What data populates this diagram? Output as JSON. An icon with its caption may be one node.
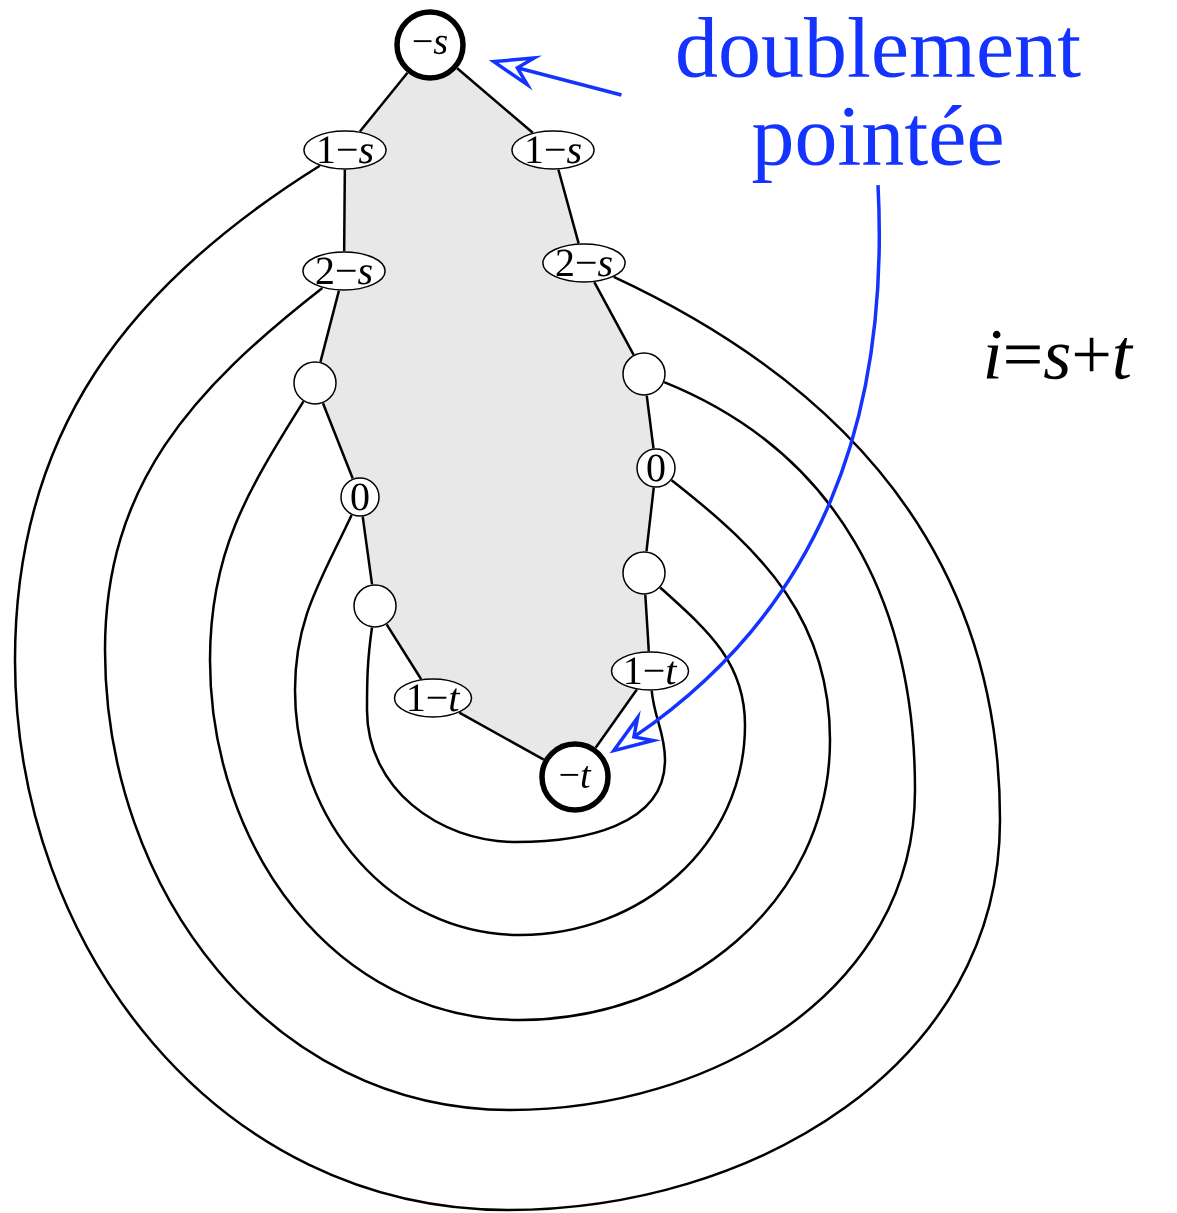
{
  "diagram": {
    "nodes": [
      {
        "text": [
          "−*s*"
        ]
      },
      {
        "text": [
          "1−*s*"
        ]
      },
      {
        "text": [
          "1−*s*"
        ]
      },
      {
        "text": [
          "2−*s*"
        ]
      },
      {
        "text": [
          "2−*s*"
        ]
      },
      {
        "text": [],
        "shape": "circle"
      },
      {
        "text": [],
        "shape": "circle"
      },
      {
        "text": [
          "0"
        ]
      },
      {
        "text": [
          "0"
        ]
      },
      {
        "text": [],
        "shape": "circle"
      },
      {
        "text": [],
        "shape": "circle"
      },
      {
        "text": [
          "1−*t*"
        ]
      },
      {
        "text": [
          "1−*t*"
        ]
      },
      {
        "text": [
          "−*t*"
        ]
      },
      {
        "text": [
          "doublement pointée"
        ]
      }
    ],
    "edges": [
      {
        "from": 0,
        "to": 1,
        "arrow": "none"
      },
      {
        "from": 1,
        "to": 4,
        "arrow": "none"
      },
      {
        "from": 4,
        "to": 6,
        "arrow": "none"
      },
      {
        "from": 6,
        "to": 8,
        "arrow": "none"
      },
      {
        "from": 8,
        "to": 10,
        "arrow": "none"
      },
      {
        "from": 10,
        "to": 12,
        "arrow": "none"
      },
      {
        "from": 12,
        "to": 13,
        "arrow": "none"
      },
      {
        "from": 0,
        "to": 2,
        "arrow": "none"
      },
      {
        "from": 2,
        "to": 3,
        "arrow": "none"
      },
      {
        "from": 3,
        "to": 5,
        "arrow": "none"
      },
      {
        "from": 5,
        "to": 7,
        "arrow": "none"
      },
      {
        "from": 7,
        "to": 9,
        "arrow": "none"
      },
      {
        "from": 9,
        "to": 11,
        "arrow": "none"
      },
      {
        "from": 11,
        "to": 13,
        "arrow": "none"
      },
      {
        "from": 1,
        "to": 3,
        "arrow": "none"
      },
      {
        "from": 4,
        "to": 5,
        "arrow": "none"
      },
      {
        "from": 6,
        "to": 7,
        "arrow": "none"
      },
      {
        "from": 8,
        "to": 9,
        "arrow": "none"
      },
      {
        "from": 10,
        "to": 11,
        "arrow": "none"
      },
      {
        "from": 14,
        "to": 0,
        "arrow": "to",
        "color": "#1433ff"
      },
      {
        "from": 14,
        "to": 13,
        "arrow": "to",
        "color": "#1433ff"
      }
    ],
    "labels": [
      "*i*=*s*+*t*"
    ]
  }
}
